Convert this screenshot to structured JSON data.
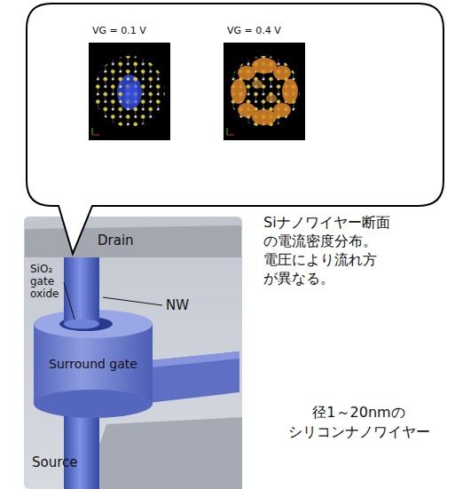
{
  "diagram": {
    "nodes": [
      {
        "text": [
          "VG = 0.1 V"
        ]
      },
      {
        "text": [
          "VG = 0.4 V"
        ]
      }
    ],
    "labels": [
      "Siナノワイヤー断面 の電流密度分布。 電圧により流れ方 が異なる。",
      "Drain",
      "SiO₂ gate oxide",
      "NW",
      "Surround gate",
      "Source",
      "径1～20nmの シリコンナノワイヤー"
    ]
  }
}
